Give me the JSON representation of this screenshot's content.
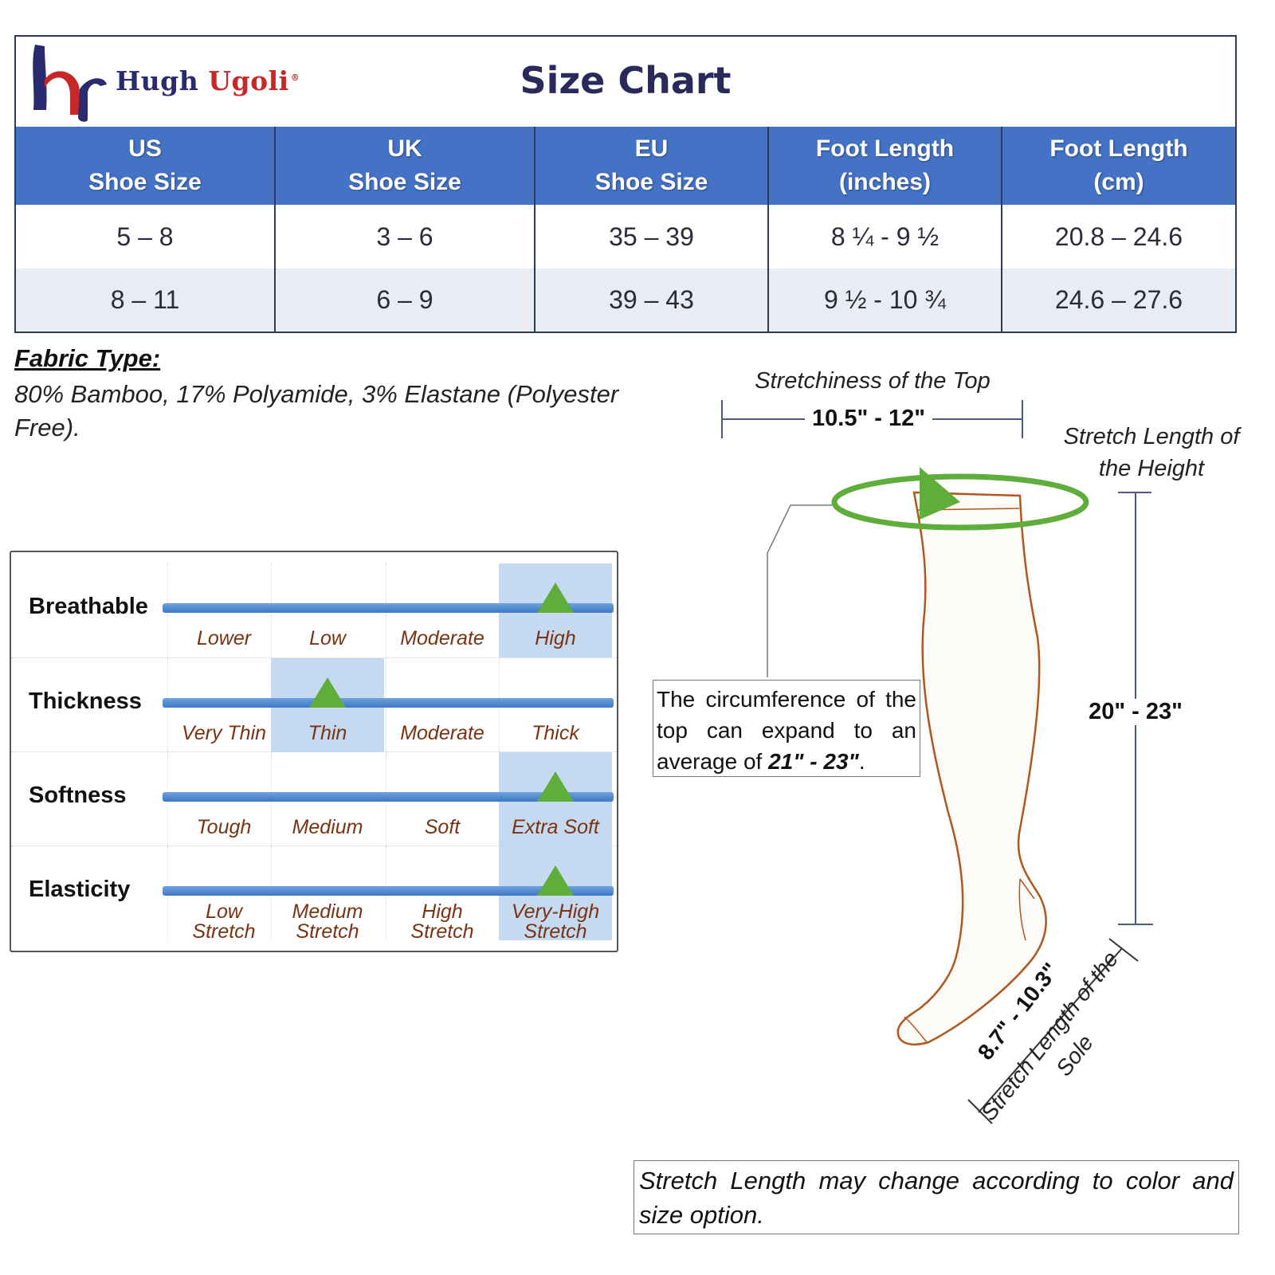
{
  "brand": {
    "name_part1": "Hugh",
    "name_part2": "Ugoli",
    "registered": "®"
  },
  "title": "Size Chart",
  "table": {
    "headers": [
      "US\nShoe Size",
      "UK\nShoe Size",
      "EU\nShoe Size",
      "Foot Length\n(inches)",
      "Foot Length\n(cm)"
    ],
    "rows": [
      [
        "5 – 8",
        "3 – 6",
        "35 – 39",
        "8 ¼  - 9 ½",
        "20.8 – 24.6"
      ],
      [
        "8 – 11",
        "6 – 9",
        "39 – 43",
        "9 ½ - 10 ¾",
        "24.6 – 27.6"
      ]
    ]
  },
  "fabric": {
    "label": "Fabric Type:",
    "description": "80% Bamboo, 17% Polyamide, 3% Elastane (Polyester Free)."
  },
  "properties": [
    {
      "name": "Breathable",
      "options": [
        "Lower",
        "Low",
        "Moderate",
        "High"
      ],
      "selected_index": 3
    },
    {
      "name": "Thickness",
      "options": [
        "Very Thin",
        "Thin",
        "Moderate",
        "Thick"
      ],
      "selected_index": 1
    },
    {
      "name": "Softness",
      "options": [
        "Tough",
        "Medium",
        "Soft",
        "Extra Soft"
      ],
      "selected_index": 3
    },
    {
      "name": "Elasticity",
      "options": [
        "Low\nStretch",
        "Medium\nStretch",
        "High\nStretch",
        "Very-High\nStretch"
      ],
      "selected_index": 3
    }
  ],
  "diagram": {
    "top_label": "Stretchiness of the Top",
    "top_range": "10.5\" - 12\"",
    "height_label": "Stretch Length of the Height",
    "height_range": "20\" - 23\"",
    "circumference_prefix": "The circumference of the top can expand to an average of ",
    "circumference_value": "21\" - 23\"",
    "circumference_suffix": ".",
    "sole_range": "8.7\" - 10.3\"",
    "sole_label": "Stretch Length of the Sole"
  },
  "note": "Stretch Length may change according to color and size option.",
  "colors": {
    "header_blue": "#4472c4",
    "accent_green": "#5fad3a",
    "highlight_blue": "#c5daf0",
    "option_brown": "#7a3312",
    "sock_outline": "#b0571e"
  }
}
